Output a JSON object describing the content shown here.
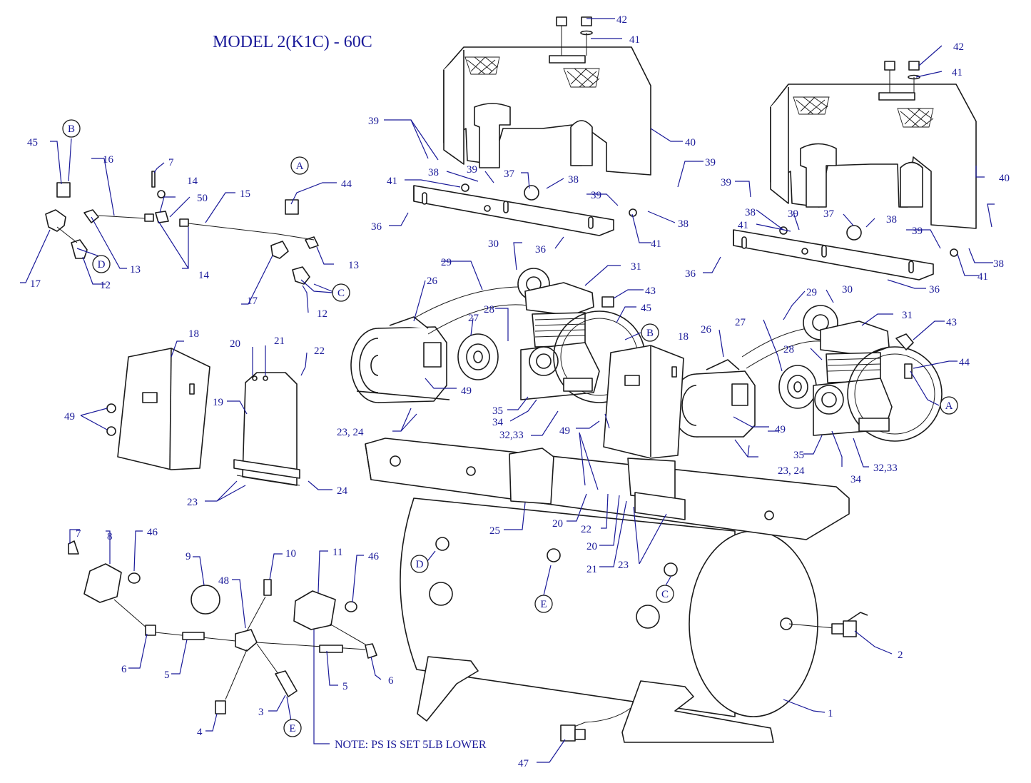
{
  "title": "MODEL  2(K1C) - 60C",
  "note": "NOTE: PS IS SET 5LB LOWER",
  "callouts": [
    {
      "id": "c1",
      "text": "1"
    },
    {
      "id": "c2",
      "text": "2"
    },
    {
      "id": "c3",
      "text": "3"
    },
    {
      "id": "c4",
      "text": "4"
    },
    {
      "id": "c5a",
      "text": "5"
    },
    {
      "id": "c5b",
      "text": "5"
    },
    {
      "id": "c6a",
      "text": "6"
    },
    {
      "id": "c6b",
      "text": "6"
    },
    {
      "id": "c7a",
      "text": "7"
    },
    {
      "id": "c7b",
      "text": "7"
    },
    {
      "id": "c8",
      "text": "8"
    },
    {
      "id": "c9",
      "text": "9"
    },
    {
      "id": "c10",
      "text": "10"
    },
    {
      "id": "c11",
      "text": "11"
    },
    {
      "id": "c12a",
      "text": "12"
    },
    {
      "id": "c12b",
      "text": "12"
    },
    {
      "id": "c13a",
      "text": "13"
    },
    {
      "id": "c13b",
      "text": "13"
    },
    {
      "id": "c14a",
      "text": "14"
    },
    {
      "id": "c14b",
      "text": "14"
    },
    {
      "id": "c15",
      "text": "15"
    },
    {
      "id": "c16",
      "text": "16"
    },
    {
      "id": "c17a",
      "text": "17"
    },
    {
      "id": "c17b",
      "text": "17"
    },
    {
      "id": "c18a",
      "text": "18"
    },
    {
      "id": "c18b",
      "text": "18"
    },
    {
      "id": "c19",
      "text": "19"
    },
    {
      "id": "c20a",
      "text": "20"
    },
    {
      "id": "c20b",
      "text": "20"
    },
    {
      "id": "c20c",
      "text": "20"
    },
    {
      "id": "c21a",
      "text": "21"
    },
    {
      "id": "c21b",
      "text": "21"
    },
    {
      "id": "c22a",
      "text": "22"
    },
    {
      "id": "c22b",
      "text": "22"
    },
    {
      "id": "c23a",
      "text": "23"
    },
    {
      "id": "c23b",
      "text": "23"
    },
    {
      "id": "c2324a",
      "text": "23, 24"
    },
    {
      "id": "c2324b",
      "text": "23, 24"
    },
    {
      "id": "c24",
      "text": "24"
    },
    {
      "id": "c25",
      "text": "25"
    },
    {
      "id": "c26a",
      "text": "26"
    },
    {
      "id": "c26b",
      "text": "26"
    },
    {
      "id": "c27a",
      "text": "27"
    },
    {
      "id": "c27b",
      "text": "27"
    },
    {
      "id": "c28a",
      "text": "28"
    },
    {
      "id": "c28b",
      "text": "28"
    },
    {
      "id": "c29a",
      "text": "29"
    },
    {
      "id": "c29b",
      "text": "29"
    },
    {
      "id": "c30a",
      "text": "30"
    },
    {
      "id": "c30b",
      "text": "30"
    },
    {
      "id": "c31a",
      "text": "31"
    },
    {
      "id": "c31b",
      "text": "31"
    },
    {
      "id": "c3233a",
      "text": "32,33"
    },
    {
      "id": "c3233b",
      "text": "32,33"
    },
    {
      "id": "c34a",
      "text": "34"
    },
    {
      "id": "c34b",
      "text": "34"
    },
    {
      "id": "c35a",
      "text": "35"
    },
    {
      "id": "c35b",
      "text": "35"
    },
    {
      "id": "c36a",
      "text": "36"
    },
    {
      "id": "c36b",
      "text": "36"
    },
    {
      "id": "c36c",
      "text": "36"
    },
    {
      "id": "c36d",
      "text": "36"
    },
    {
      "id": "c37a",
      "text": "37"
    },
    {
      "id": "c37b",
      "text": "37"
    },
    {
      "id": "c38a",
      "text": "38"
    },
    {
      "id": "c38b",
      "text": "38"
    },
    {
      "id": "c38c",
      "text": "38"
    },
    {
      "id": "c38d",
      "text": "38"
    },
    {
      "id": "c38e",
      "text": "38"
    },
    {
      "id": "c38f",
      "text": "38"
    },
    {
      "id": "c39a",
      "text": "39"
    },
    {
      "id": "c39b",
      "text": "39"
    },
    {
      "id": "c39c",
      "text": "39"
    },
    {
      "id": "c39d",
      "text": "39"
    },
    {
      "id": "c39e",
      "text": "39"
    },
    {
      "id": "c39f",
      "text": "39"
    },
    {
      "id": "c39g",
      "text": "39"
    },
    {
      "id": "c40a",
      "text": "40"
    },
    {
      "id": "c40b",
      "text": "40"
    },
    {
      "id": "c41a",
      "text": "41"
    },
    {
      "id": "c41b",
      "text": "41"
    },
    {
      "id": "c41c",
      "text": "41"
    },
    {
      "id": "c41d",
      "text": "41"
    },
    {
      "id": "c41e",
      "text": "41"
    },
    {
      "id": "c41f",
      "text": "41"
    },
    {
      "id": "c42a",
      "text": "42"
    },
    {
      "id": "c42b",
      "text": "42"
    },
    {
      "id": "c43a",
      "text": "43"
    },
    {
      "id": "c43b",
      "text": "43"
    },
    {
      "id": "c44a",
      "text": "44"
    },
    {
      "id": "c44b",
      "text": "44"
    },
    {
      "id": "c45a",
      "text": "45"
    },
    {
      "id": "c45b",
      "text": "45"
    },
    {
      "id": "c46a",
      "text": "46"
    },
    {
      "id": "c46b",
      "text": "46"
    },
    {
      "id": "c47",
      "text": "47"
    },
    {
      "id": "c48",
      "text": "48"
    },
    {
      "id": "c49a",
      "text": "49"
    },
    {
      "id": "c49b",
      "text": "49"
    },
    {
      "id": "c49c",
      "text": "49"
    },
    {
      "id": "c49d",
      "text": "49"
    },
    {
      "id": "c50",
      "text": "50"
    }
  ],
  "connectors": [
    {
      "id": "kA1",
      "text": "A"
    },
    {
      "id": "kA2",
      "text": "A"
    },
    {
      "id": "kB1",
      "text": "B"
    },
    {
      "id": "kB2",
      "text": "B"
    },
    {
      "id": "kC1",
      "text": "C"
    },
    {
      "id": "kC2",
      "text": "C"
    },
    {
      "id": "kD1",
      "text": "D"
    },
    {
      "id": "kD2",
      "text": "D"
    },
    {
      "id": "kE1",
      "text": "E"
    },
    {
      "id": "kE2",
      "text": "E"
    }
  ]
}
